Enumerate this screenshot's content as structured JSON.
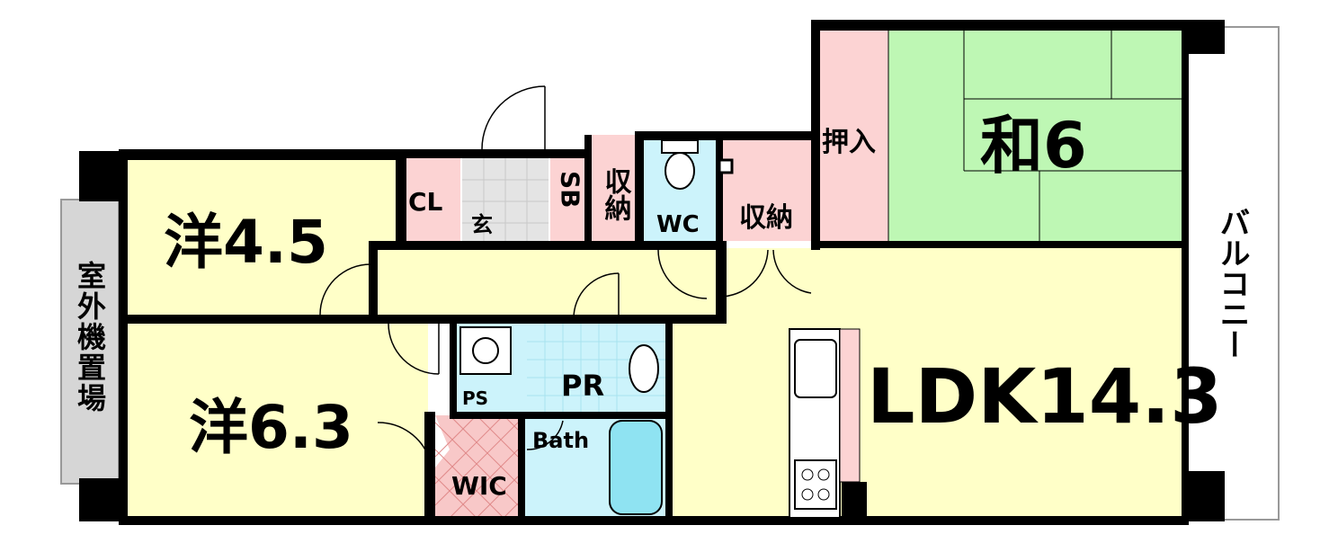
{
  "rooms": {
    "western_small": "洋4.5",
    "western_large": "洋6.3",
    "japanese": "和6",
    "ldk": "LDK14.3",
    "closet": "CL",
    "entrance": "玄",
    "shoe_box": "SB",
    "storage_1": "収納",
    "toilet": "WC",
    "storage_2": "収納",
    "oshiire": "押入",
    "powder_room": "PR",
    "pipe_space": "PS",
    "bath": "Bath",
    "walk_in_closet": "WIC",
    "outdoor_unit": "室外機置場",
    "balcony": "バルコニー"
  },
  "colors": {
    "western": "#ffffc8",
    "japanese": "#bef7b4",
    "storage": "#fcd3d3",
    "wet_area": "#ccf3fb",
    "entrance": "#e4e4e4",
    "outdoor": "#d6d6d6",
    "wall": "#000000"
  }
}
